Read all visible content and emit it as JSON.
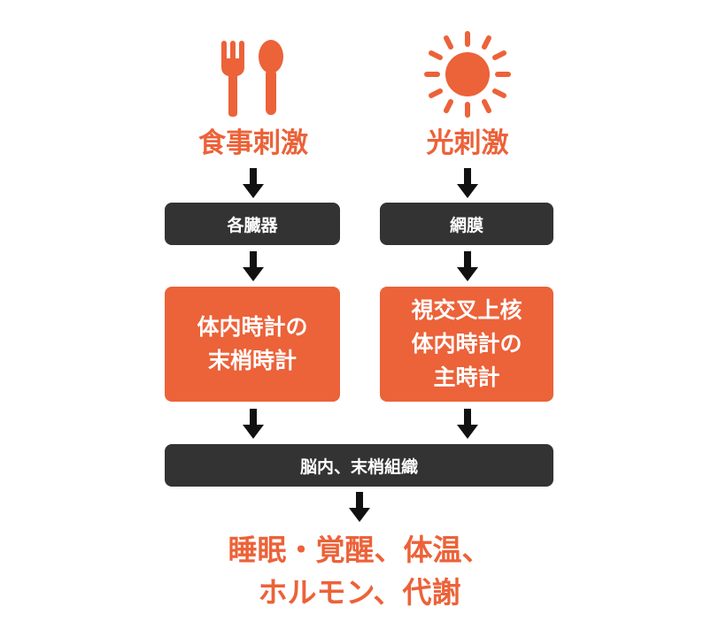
{
  "colors": {
    "accent": "#ec6239",
    "dark": "#333333",
    "arrow": "#111111"
  },
  "icons": {
    "left": "fork-spoon-icon",
    "right": "sun-icon"
  },
  "left": {
    "title": "食事刺激",
    "stage1": "各臓器",
    "clock_line1": "体内時計の",
    "clock_line2": "末梢時計"
  },
  "right": {
    "title": "光刺激",
    "stage1": "網膜",
    "clock_line1": "視交叉上核",
    "clock_line2": "体内時計の",
    "clock_line3": "主時計"
  },
  "merge": {
    "label": "脳内、末梢組織"
  },
  "result": {
    "line1": "睡眠・覚醒、体温、",
    "line2": "ホルモン、代謝"
  }
}
